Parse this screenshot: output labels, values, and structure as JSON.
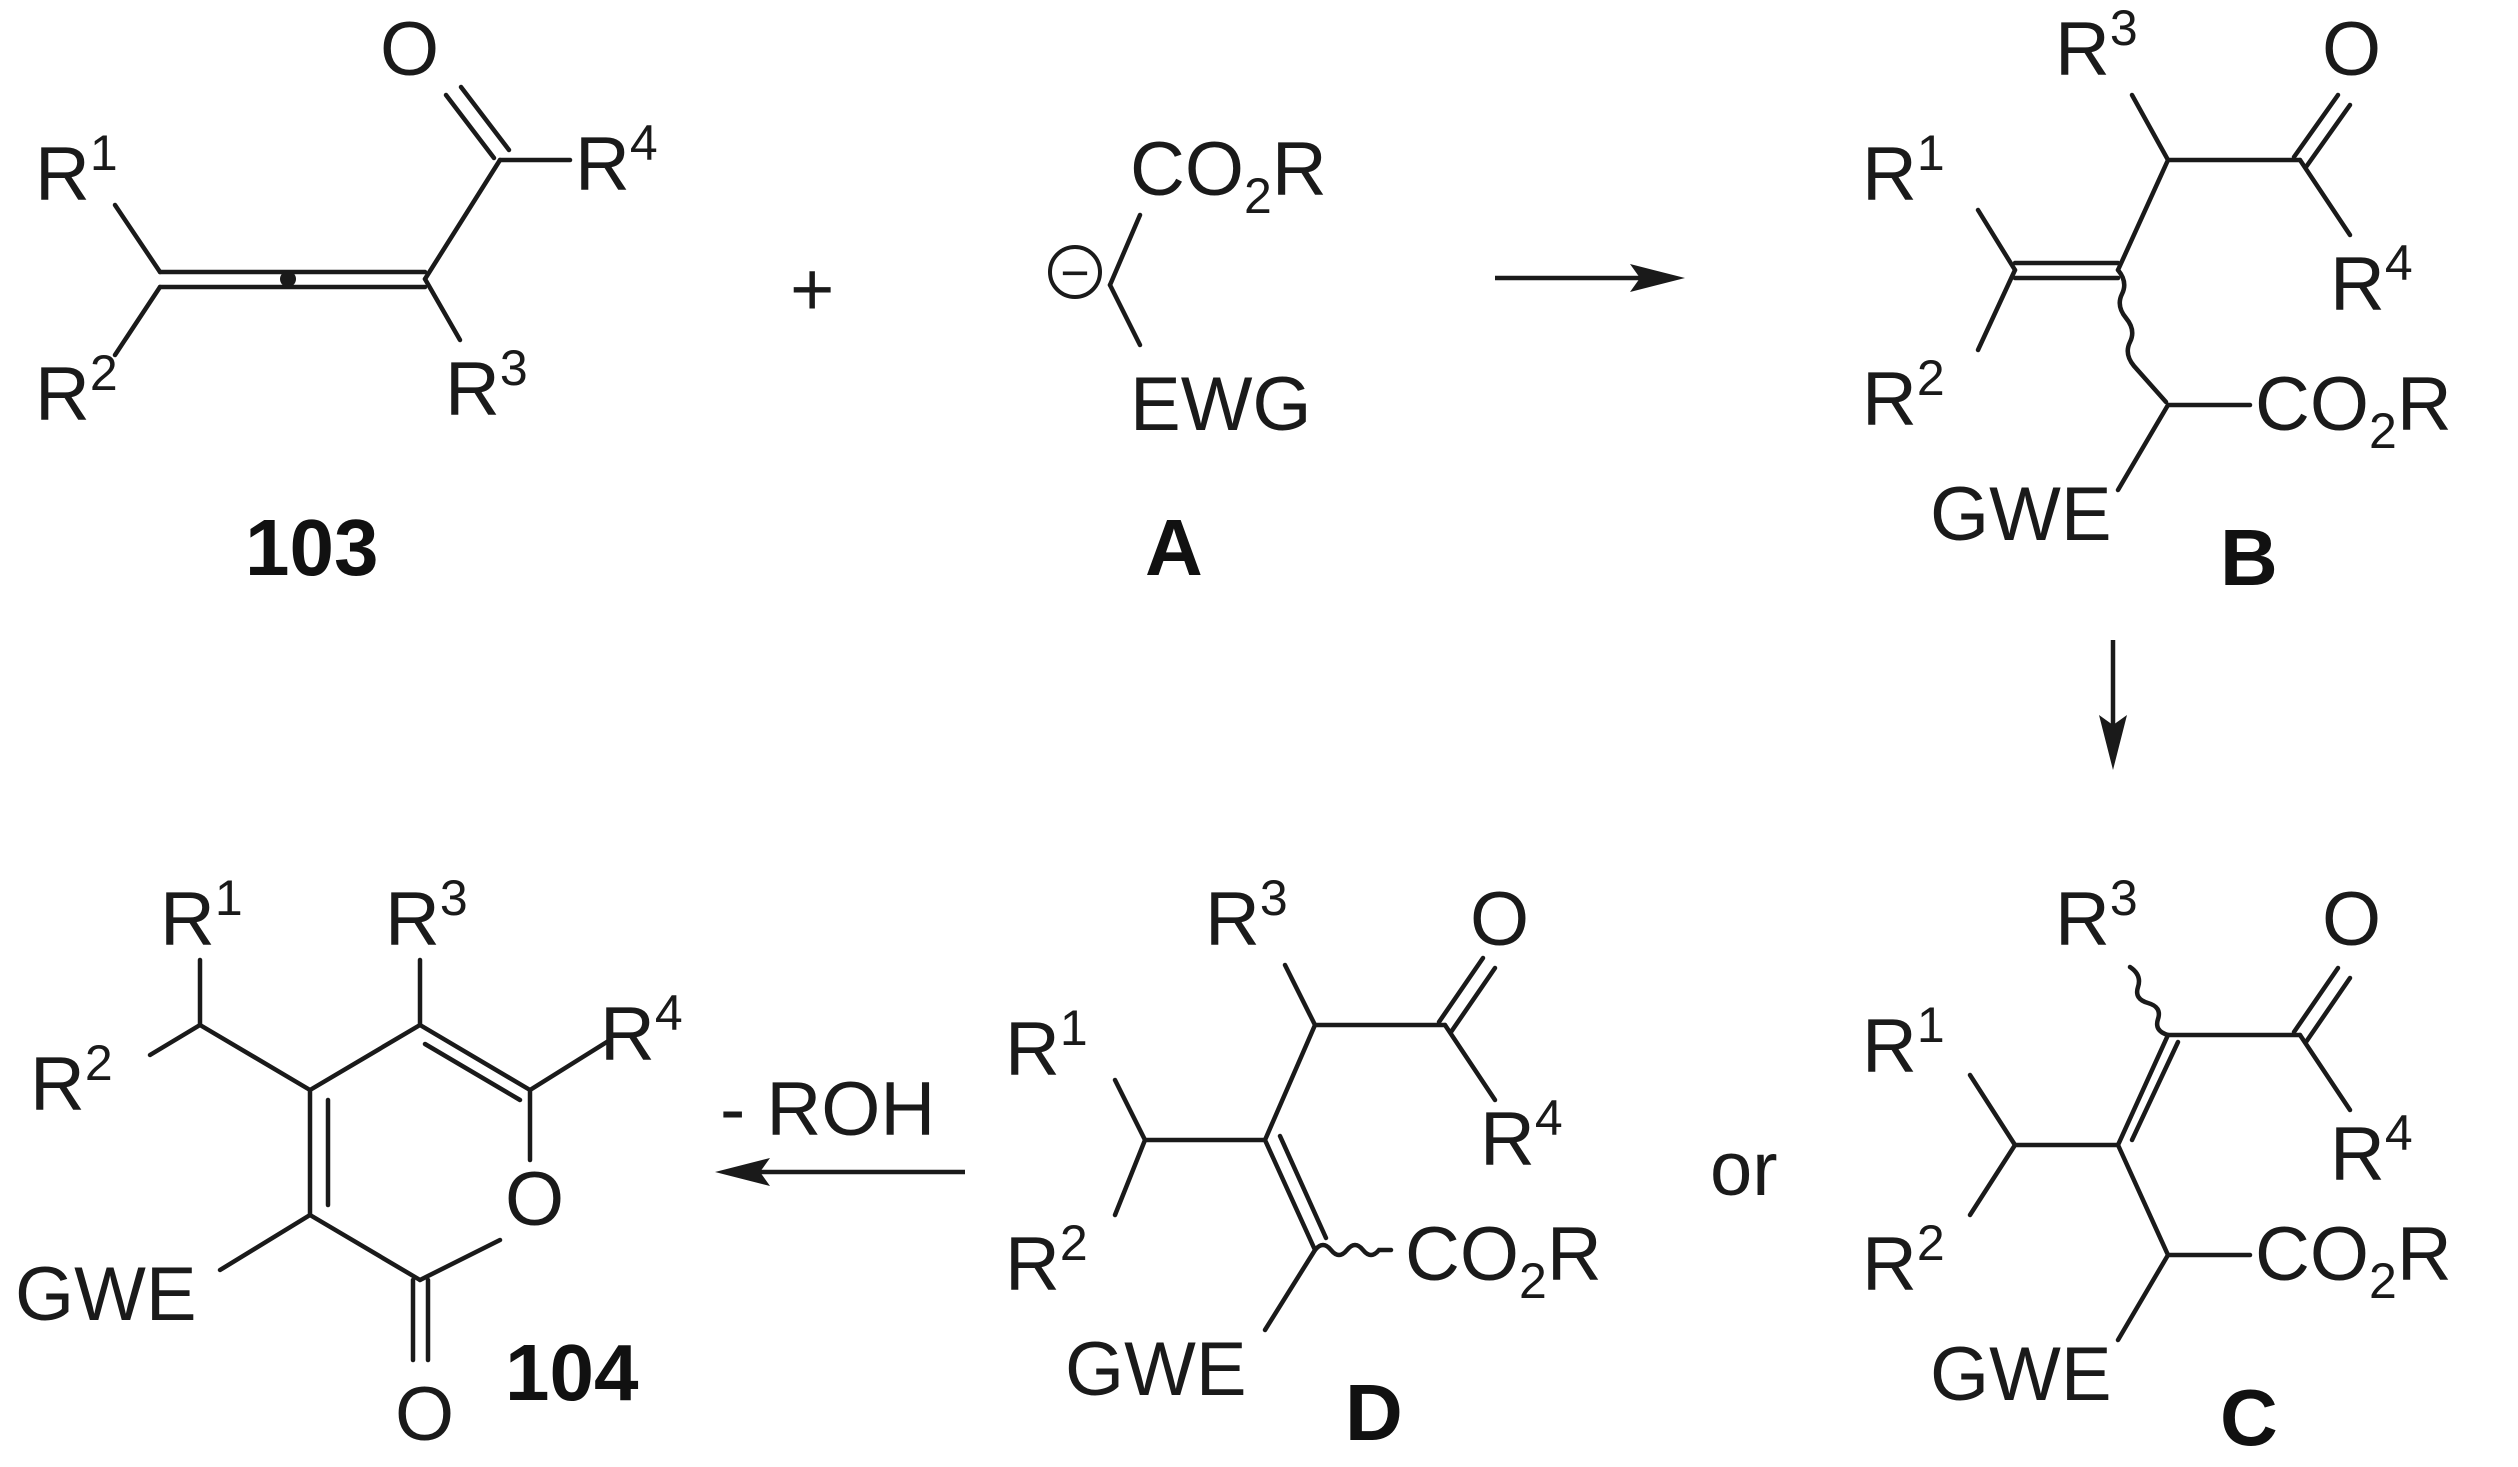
{
  "colors": {
    "ink": "#1a1a1a",
    "background": "#ffffff"
  },
  "compounds": {
    "allenone": "103",
    "nucleophile": "A",
    "adduct": "B",
    "isomer_c": "C",
    "isomer_d": "D",
    "pyranone": "104"
  },
  "groups": {
    "r": "R",
    "r1_sup": "1",
    "r2_sup": "2",
    "r3_sup": "3",
    "r4_sup": "4",
    "oxygen": "O",
    "co": "CO",
    "two": "2",
    "ewg": "EWG",
    "gwe": "GWE",
    "minus": "−"
  },
  "reagents": {
    "plus": "+",
    "or": "or",
    "elimination": "- ROH"
  }
}
